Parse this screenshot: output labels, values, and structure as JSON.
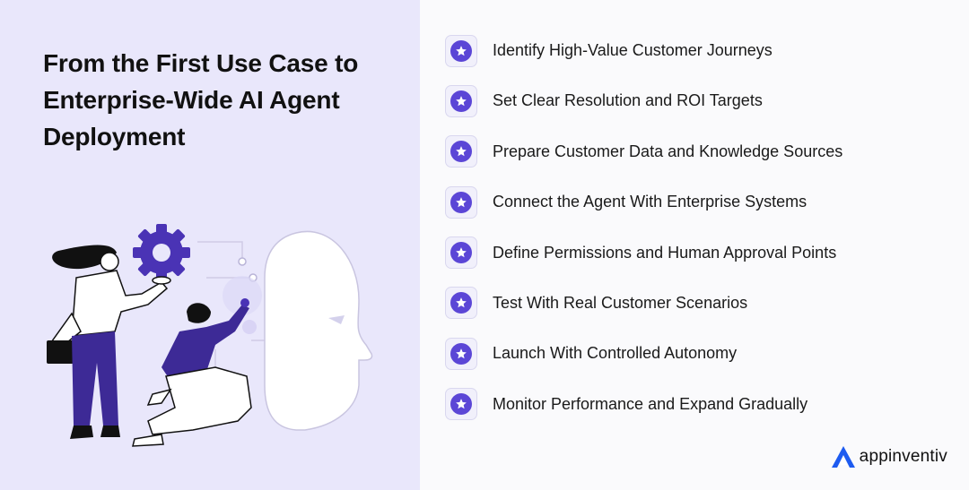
{
  "headline": "From the First Use Case to Enterprise-Wide AI Agent Deployment",
  "steps": [
    {
      "label": "Identify High-Value Customer Journeys",
      "icon": "star-icon"
    },
    {
      "label": "Set Clear Resolution and ROI Targets",
      "icon": "star-icon"
    },
    {
      "label": "Prepare Customer Data and Knowledge Sources",
      "icon": "star-icon"
    },
    {
      "label": "Connect the Agent With Enterprise Systems",
      "icon": "star-icon"
    },
    {
      "label": "Define Permissions and Human Approval Points",
      "icon": "star-icon"
    },
    {
      "label": "Test With Real Customer Scenarios",
      "icon": "star-icon"
    },
    {
      "label": "Launch With Controlled Autonomy",
      "icon": "star-icon"
    },
    {
      "label": "Monitor Performance and Expand Gradually",
      "icon": "star-icon"
    }
  ],
  "brand": {
    "name": "appinventiv",
    "logo_icon": "appinventiv-logo-icon"
  },
  "colors": {
    "accent": "#5b46d6",
    "left_background": "#e9e7fb",
    "right_background": "#fafafc",
    "illustration_purple": "#3d2a96"
  }
}
